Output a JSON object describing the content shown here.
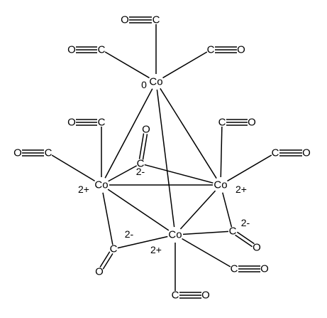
{
  "molecule": {
    "cobalt": {
      "symbol": "Co",
      "charges": [
        "0",
        "2+",
        "2+",
        "2+"
      ]
    },
    "carbonyl": {
      "carbon": "C",
      "oxygen": "O"
    },
    "bridging_charge": "2-"
  }
}
